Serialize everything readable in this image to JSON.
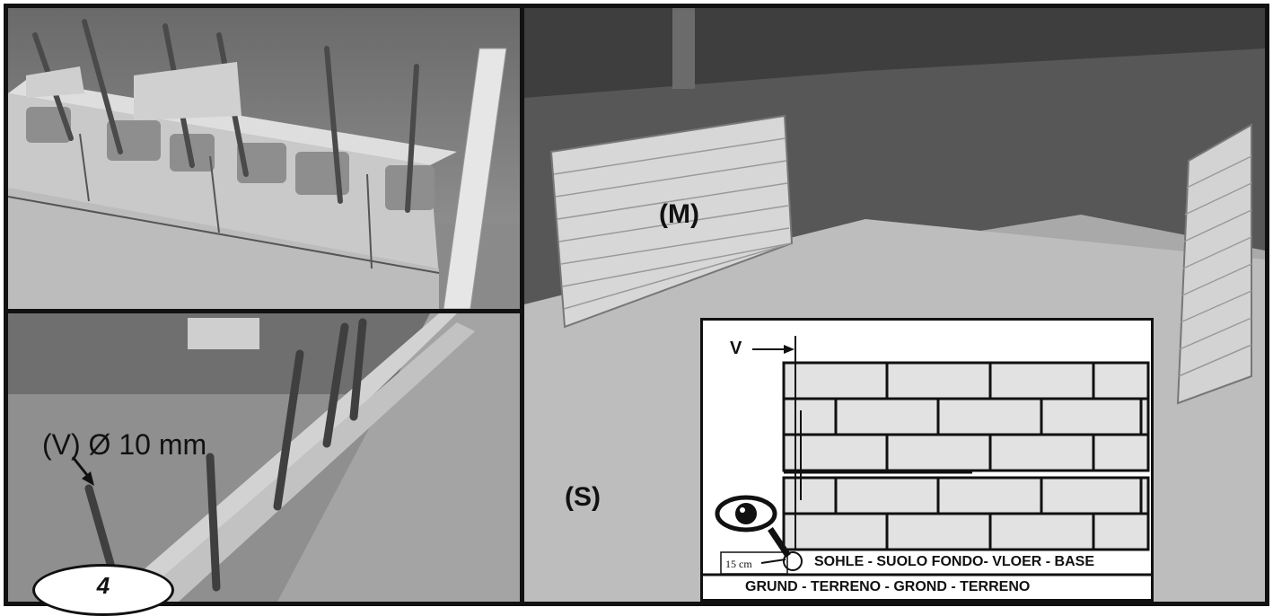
{
  "labels": {
    "m": "(M)",
    "s": "(S)",
    "v_rod": "(V) Ø 10 mm",
    "step": "4"
  },
  "diagram": {
    "v_label": "V",
    "dimension": "15 cm",
    "base_line": "SOHLE - SUOLO FONDO- VLOER - BASE",
    "ground_line": "GRUND - TERRENO - GROND - TERRENO"
  },
  "icons": {
    "eye": "eye-icon"
  }
}
